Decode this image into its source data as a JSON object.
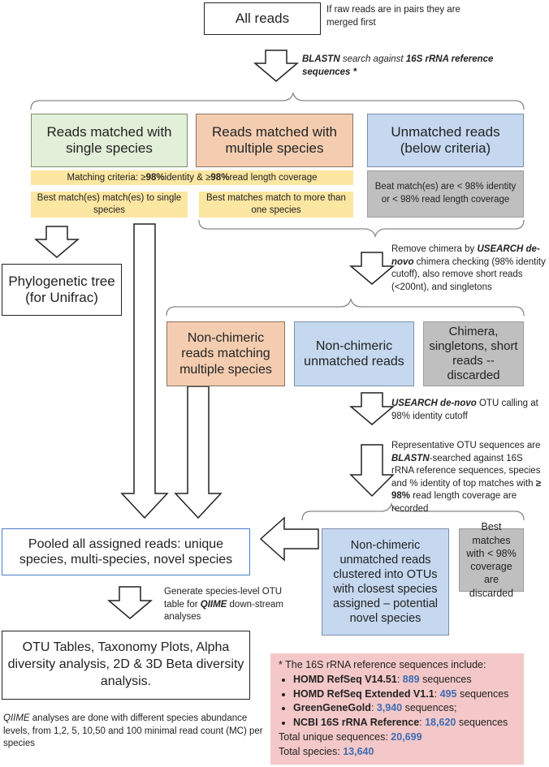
{
  "top": {
    "all_reads": "All reads",
    "pair_note": "If raw reads are in pairs they are merged first",
    "blast_note_1": "BLASTN",
    "blast_note_2": " search against ",
    "blast_note_3": "16S rRNA reference sequences *"
  },
  "categories": {
    "single": "Reads matched with single species",
    "multiple": "Reads matched with multiple species",
    "unmatched": "Unmatched reads (below criteria)"
  },
  "criteria": {
    "matching_a": "Matching criteria: ≥ ",
    "matching_b": "98%",
    "matching_c": " identity & ≥ ",
    "matching_d": "98%",
    "matching_e": " read length coverage",
    "single_match": "Best match(es) match(es) to single species",
    "multi_match": "Best matches match to more than one species",
    "unmatched_crit": "Beat match(es) are < 98% identity or < 98% read length coverage"
  },
  "phylo": "Phylogenetic tree (for Unifrac)",
  "chimera_note": {
    "a": "Remove chimera by ",
    "b": "USEARCH de-novo",
    "c": " chimera checking (98% identity cutoff), also remove short reads (<200nt), and singletons"
  },
  "second_row": {
    "nonchim_multi": "Non-chimeric reads matching multiple species",
    "nonchim_unmatched": "Non-chimeric unmatched reads",
    "discarded": "Chimera, singletons, short reads --discarded"
  },
  "otu_note": {
    "a": "USEARCH de-novo",
    "b": " OTU calling at 98% identity cutoff"
  },
  "rep_note": {
    "a": "Representative OTU sequences are ",
    "b": "BLASTN",
    "c": "-searched against 16S rRNA reference sequences, species and % identity of top matches with ",
    "d": "≥ 98%",
    "e": " read length coverage are recorded"
  },
  "pooled": "Pooled all assigned reads: unique species, multi-species, novel species",
  "clustered": "Non-chimeric unmatched reads clustered into OTUs with closest species assigned – potential novel species",
  "best_discarded": "Best matches with < 98% coverage are discarded",
  "generate_note": {
    "a": "Generate species-level OTU table for ",
    "b": "QIIME",
    "c": " down-stream analyses"
  },
  "otu_tables": "OTU Tables, Taxonomy Plots, Alpha diversity analysis, 2D & 3D Beta diversity analysis.",
  "qiime_note": {
    "a": "QIIME",
    "b": " analyses are done with different species abundance levels, from 1,2, 5, 10,50 and 100 minimal read count (MC) per species"
  },
  "refs": {
    "header": "* The 16S rRNA reference sequences include:",
    "items": [
      {
        "name": "HOMD RefSeq V14.51",
        "sep": ": ",
        "count": "889",
        "suffix": " sequences"
      },
      {
        "name": "HOMD RefSeq Extended V1.1",
        "sep": ": ",
        "count": "495",
        "suffix": " sequences"
      },
      {
        "name": "GreenGeneGold",
        "sep": ": ",
        "count": "3,940",
        "suffix": " sequences;"
      },
      {
        "name": "NCBI 16S rRNA Reference",
        "sep": ": ",
        "count": "18,620",
        "suffix": " sequences"
      }
    ],
    "total_unique_label": "Total unique sequences: ",
    "total_unique": "20,699",
    "total_species_label": "Total species: ",
    "total_species": "13,640"
  },
  "colors": {
    "green": "#e2efd9",
    "orange": "#f4cdb0",
    "blue": "#c5d8ef",
    "grey": "#bfbfbf",
    "yellow": "#fbe6a2",
    "pink": "#f4c8c8",
    "highlight": "#3d6db5"
  }
}
